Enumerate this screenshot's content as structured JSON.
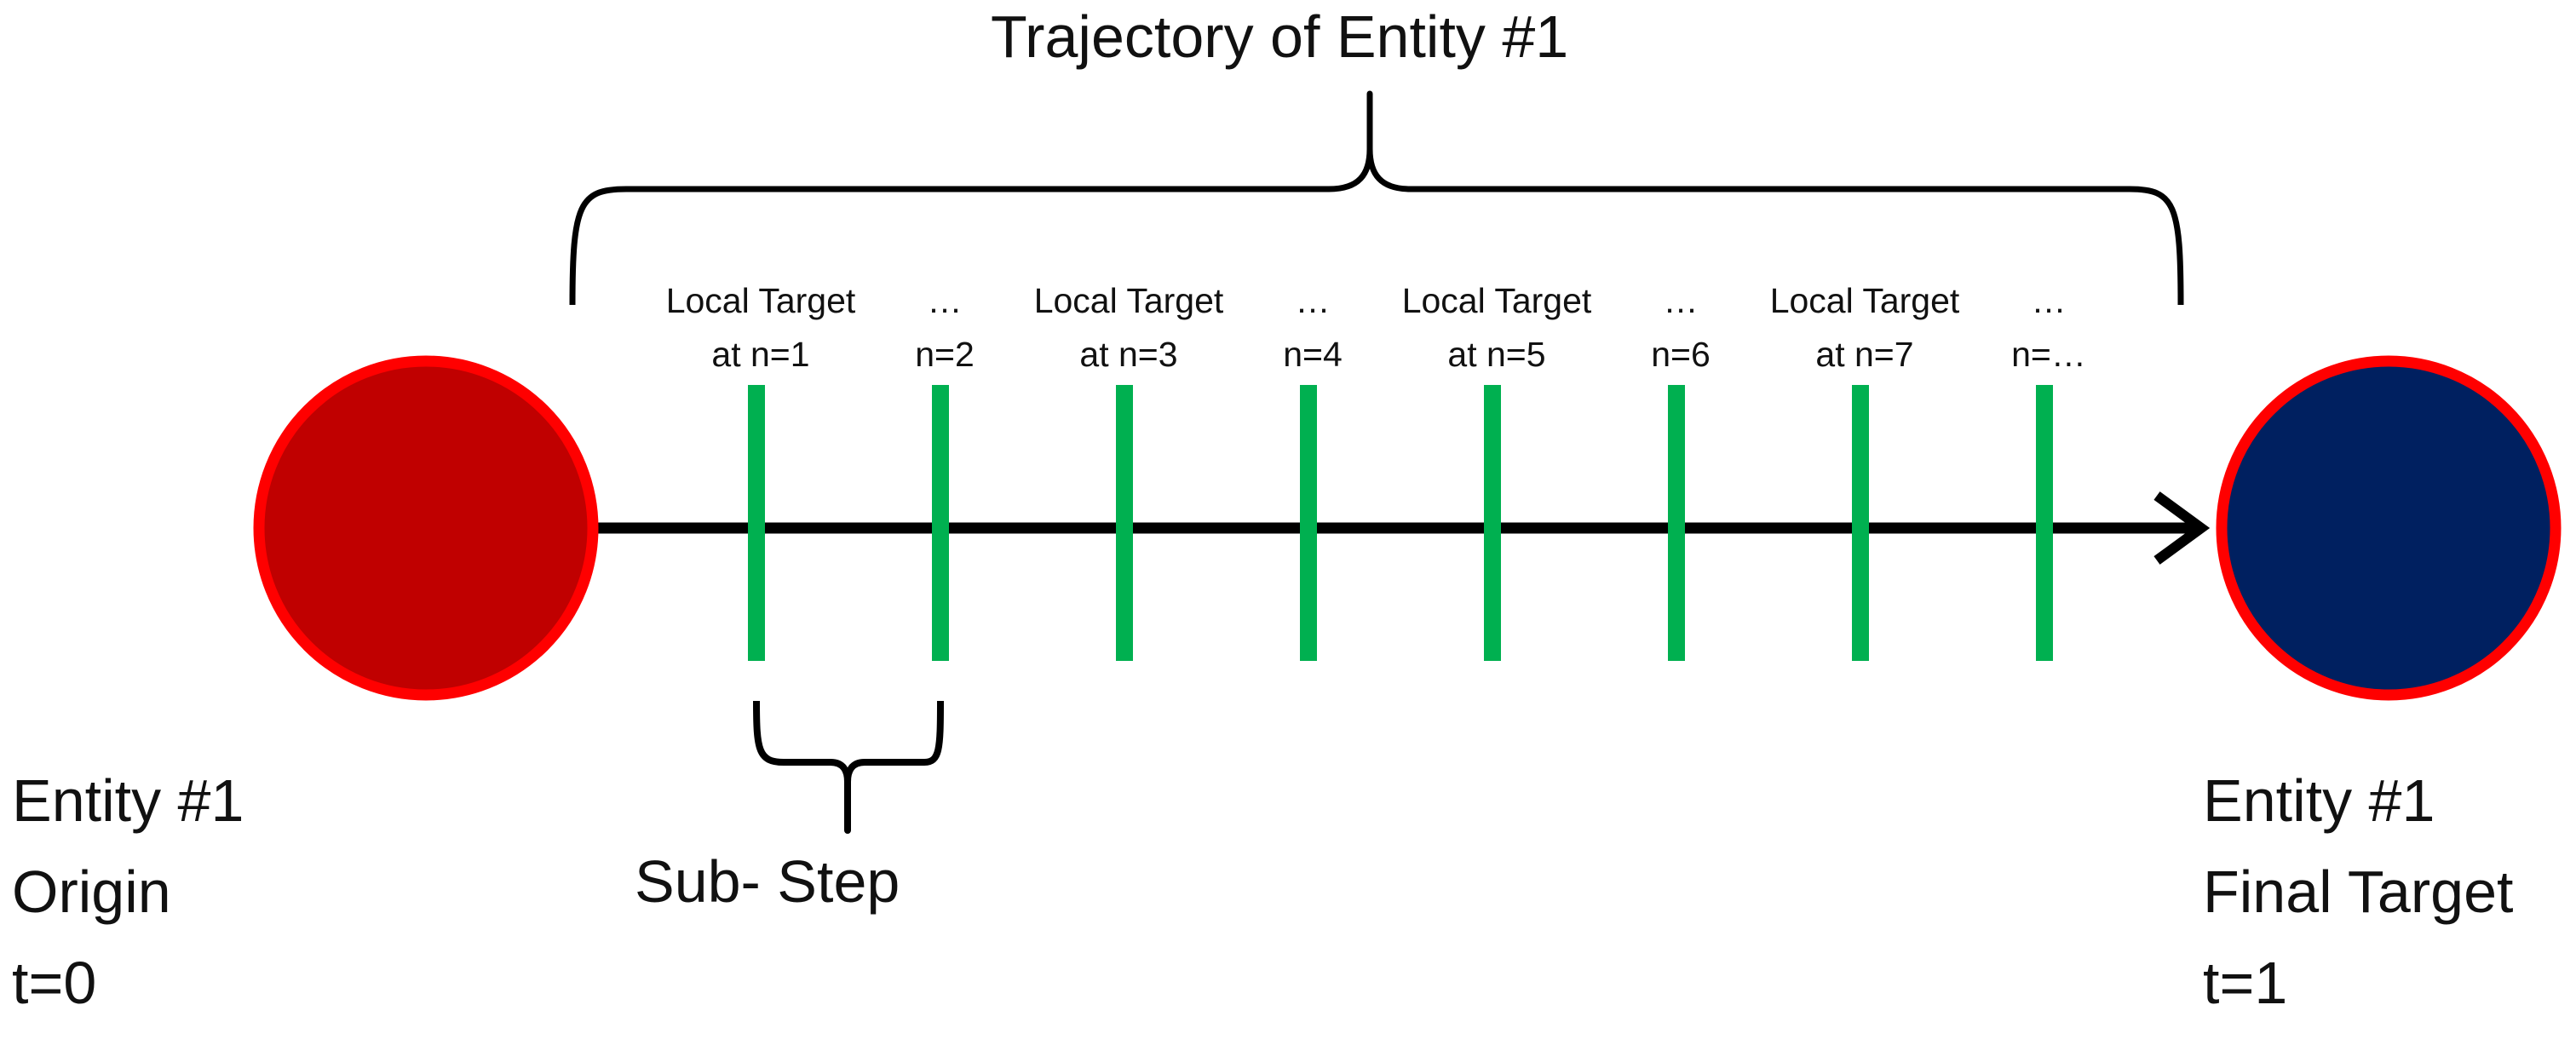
{
  "title": "Trajectory of Entity #1",
  "origin": {
    "lines": [
      "Entity #1",
      "Origin",
      "t=0"
    ],
    "fill": "#c00000",
    "stroke": "#ff0000"
  },
  "target": {
    "lines": [
      "Entity #1",
      "Final Target",
      "t=1"
    ],
    "fill": "#002060",
    "stroke": "#ff0000"
  },
  "ticks": [
    {
      "line1": "Local Target",
      "line2": "at n=1"
    },
    {
      "line1": "…",
      "line2": "n=2"
    },
    {
      "line1": "Local Target",
      "line2": "at n=3"
    },
    {
      "line1": "…",
      "line2": "n=4"
    },
    {
      "line1": "Local Target",
      "line2": "at n=5"
    },
    {
      "line1": "…",
      "line2": "n=6"
    },
    {
      "line1": "Local Target",
      "line2": "at n=7"
    },
    {
      "line1": "…",
      "line2": "n=…"
    }
  ],
  "tick_color": "#00b050",
  "substep_label": "Sub- Step"
}
